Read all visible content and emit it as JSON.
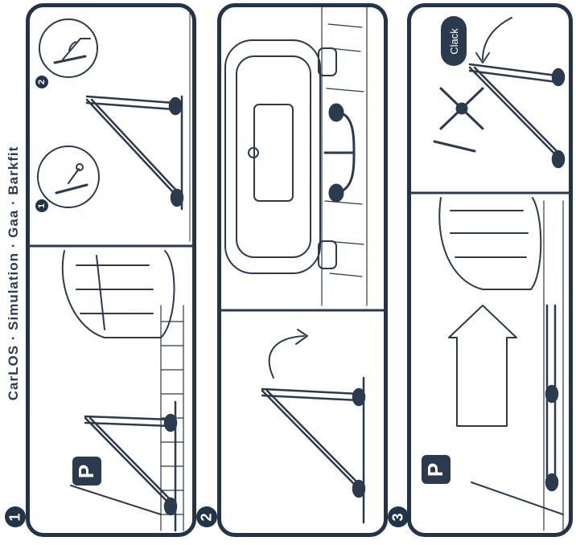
{
  "title_text": "CarLOS · Simulation · Gaa · Barkfit",
  "steps": [
    {
      "number": "1",
      "sign": "P",
      "sub_steps": [
        "1",
        "2"
      ]
    },
    {
      "number": "2"
    },
    {
      "number": "3",
      "sign": "P",
      "sound": "Clack"
    }
  ],
  "colors": {
    "frame": "#223548",
    "ink": "#2b3a4c"
  },
  "icons": [
    "parking-sign-icon",
    "curved-arrow-icon",
    "big-arrow-icon",
    "cross-icon",
    "car-icon",
    "parking-barrier-icon"
  ]
}
